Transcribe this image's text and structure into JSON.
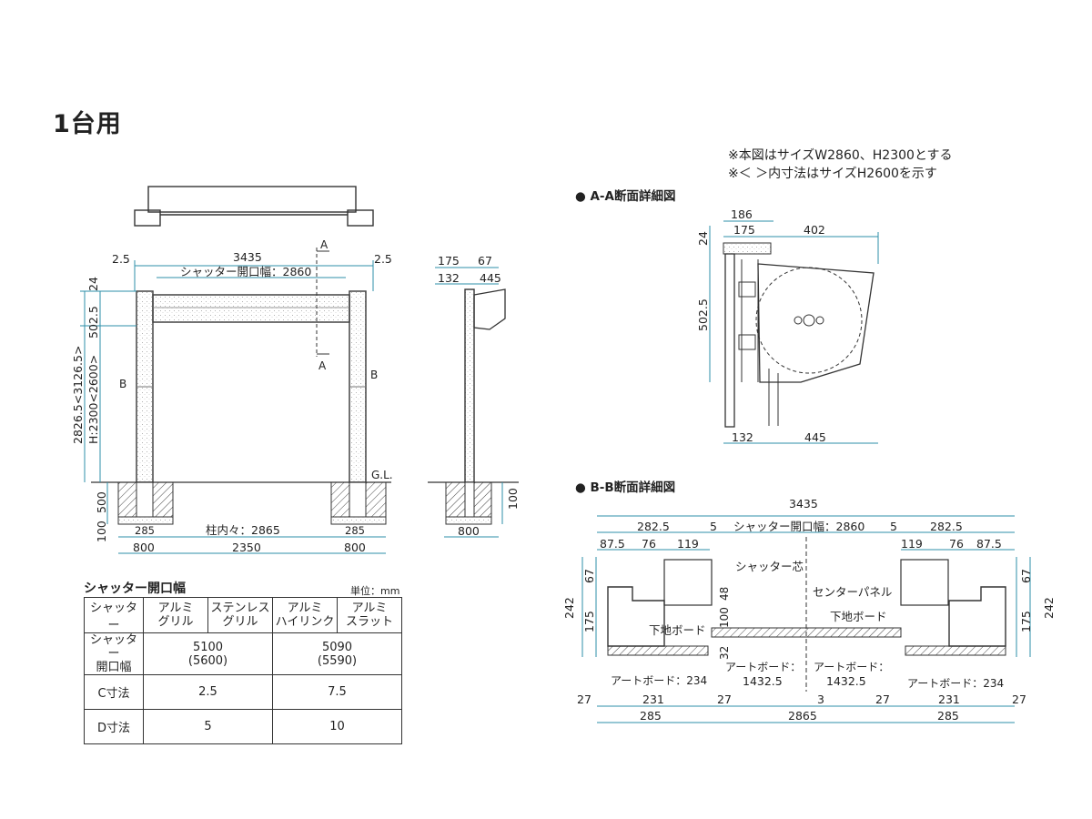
{
  "title": "1台用",
  "notes": [
    "※本図はサイズW2860、H2300とする",
    "※＜ ＞内寸法はサイズH2600を示す"
  ],
  "sections": {
    "aa": "A-A断面詳細図",
    "bb": "B-B断面詳細図"
  },
  "front": {
    "dims": {
      "d2_5_l": "2.5",
      "d3435": "3435",
      "d2_5_r": "2.5",
      "opening": "シャッター開口幅：2860",
      "d24": "24",
      "d502_5": "502.5",
      "height": "2826.5<3126.5>",
      "height2": "H:2300<2600>",
      "d500": "500",
      "d100": "100",
      "d285_l": "285",
      "d285_r": "285",
      "pitch": "柱内々：2865",
      "d800_l": "800",
      "d2350": "2350",
      "d800_r": "800"
    },
    "marks": {
      "A": "A",
      "B": "B",
      "GL": "G.L."
    }
  },
  "side": {
    "dims": {
      "d175": "175",
      "d67": "67",
      "d132": "132",
      "d445": "445",
      "d100": "100",
      "d800": "800"
    }
  },
  "aa": {
    "dims": {
      "d186": "186",
      "d175": "175",
      "d402": "402",
      "d24": "24",
      "d502_5": "502.5",
      "d132": "132",
      "d445": "445"
    }
  },
  "bb": {
    "dims": {
      "d3435": "3435",
      "d282_5_l": "282.5",
      "d5_l": "5",
      "opening": "シャッター開口幅：2860",
      "d5_r": "5",
      "d282_5_r": "282.5",
      "d87_5_l": "87.5",
      "d76_l": "76",
      "d119_l": "119",
      "d119_r": "119",
      "d76_r": "76",
      "d87_5_r": "87.5",
      "d67_l": "67",
      "d67_r": "67",
      "d242_l": "242",
      "d242_r": "242",
      "d175_l": "175",
      "d175_r": "175",
      "d100": "100",
      "d48": "48",
      "d32": "32",
      "d27_1": "27",
      "d231_l": "231",
      "d27_2": "27",
      "d3": "3",
      "d27_3": "27",
      "d231_r": "231",
      "d27_4": "27",
      "d285_l": "285",
      "d2865": "2865",
      "d285_r": "285"
    },
    "labels": {
      "core": "シャッター芯",
      "center": "センターパネル",
      "base_l": "下地ボード",
      "base_r": "下地ボード",
      "art_l": "アートボード：234",
      "art_c1": "アートボード：",
      "art_c1v": "1432.5",
      "art_c2": "アートボード：",
      "art_c2v": "1432.5",
      "art_r": "アートボード：234"
    }
  },
  "table": {
    "title": "シャッター開口幅",
    "unit": "単位：mm",
    "header": [
      "シャッター",
      "アルミ\nグリル",
      "ステンレス\nグリル",
      "アルミ\nハイリンク",
      "アルミ\nスラット"
    ],
    "rows": [
      {
        "label": "シャッター\n開口幅",
        "v1": "5100\n(5600)",
        "v2": "5090\n(5590)"
      },
      {
        "label": "C寸法",
        "v1": "2.5",
        "v2": "7.5"
      },
      {
        "label": "D寸法",
        "v1": "5",
        "v2": "10"
      }
    ]
  }
}
